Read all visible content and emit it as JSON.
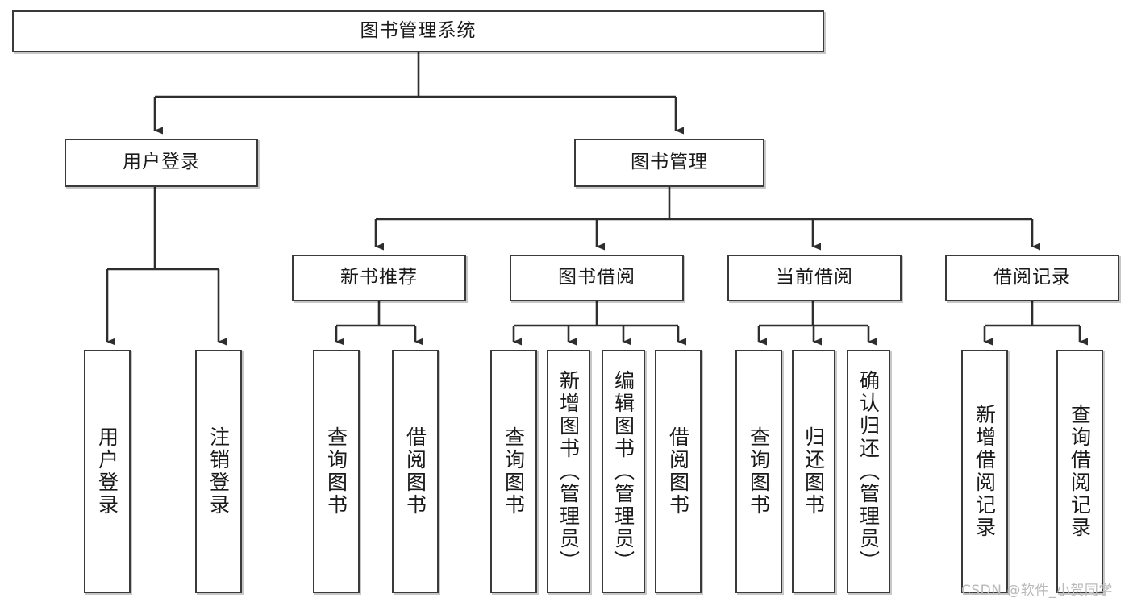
{
  "diagram": {
    "type": "tree",
    "title": "图书管理系统",
    "watermark": "CSDN @软件_小贺同学",
    "colors": {
      "stroke": "#3a3a3a",
      "fill": "#ffffff",
      "text": "#1a1a1a",
      "watermark": "#b9b9b9"
    },
    "nodes": {
      "root": {
        "label": "图书管理系统"
      },
      "level2": [
        {
          "label": "用户登录"
        },
        {
          "label": "图书管理"
        }
      ],
      "level3": [
        {
          "label": "新书推荐"
        },
        {
          "label": "图书借阅"
        },
        {
          "label": "当前借阅"
        },
        {
          "label": "借阅记录"
        }
      ],
      "leaves": [
        {
          "label": "用户登录"
        },
        {
          "label": "注销登录"
        },
        {
          "label": "查询图书"
        },
        {
          "label": "借阅图书"
        },
        {
          "label": "查询图书"
        },
        {
          "label": "新增图书（管理员）"
        },
        {
          "label": "编辑图书（管理员）"
        },
        {
          "label": "借阅图书"
        },
        {
          "label": "查询图书"
        },
        {
          "label": "归还图书"
        },
        {
          "label": "确认归还（管理员）"
        },
        {
          "label": "新增借阅记录"
        },
        {
          "label": "查询借阅记录"
        }
      ]
    }
  }
}
